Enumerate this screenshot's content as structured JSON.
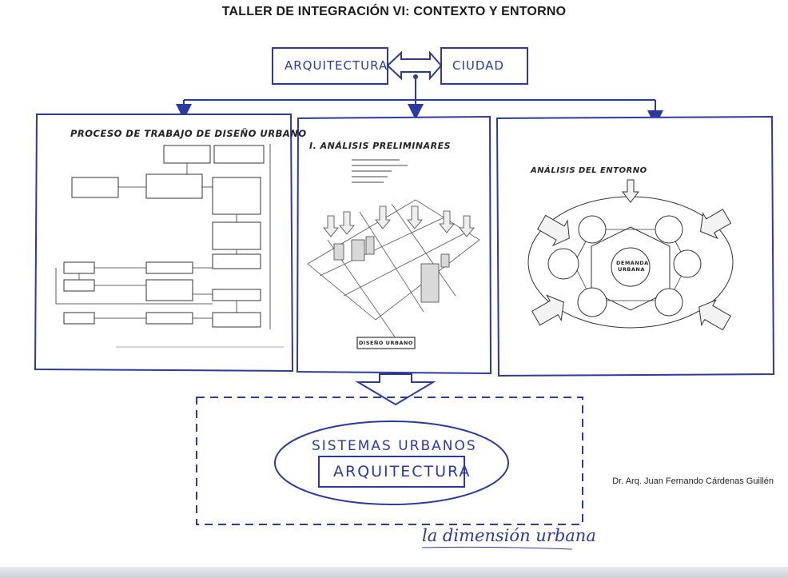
{
  "page": {
    "title": "TALLER DE INTEGRACIÓN VI: CONTEXTO Y ENTORNO",
    "author": "Dr. Arq. Juan Fernando Cárdenas Guillén",
    "tagline": "la dimensión urbana"
  },
  "top_diagram": {
    "left": "ARQUITECTURA",
    "right": "CIUDAD"
  },
  "panels": [
    {
      "title": "PROCESO DE TRABAJO DE DISEÑO URBANO"
    },
    {
      "title": "I. ANÁLISIS PRELIMINARES",
      "footer": "DISEÑO URBANO"
    },
    {
      "title": "ANÁLISIS DEL ENTORNO",
      "center": "DEMANDA URBANA"
    }
  ],
  "bottom_diagram": {
    "outer": "SISTEMAS URBANOS",
    "inner": "ARQUITECTURA"
  },
  "colors": {
    "ink": "#2b3aa0",
    "pencil": "#333333"
  }
}
